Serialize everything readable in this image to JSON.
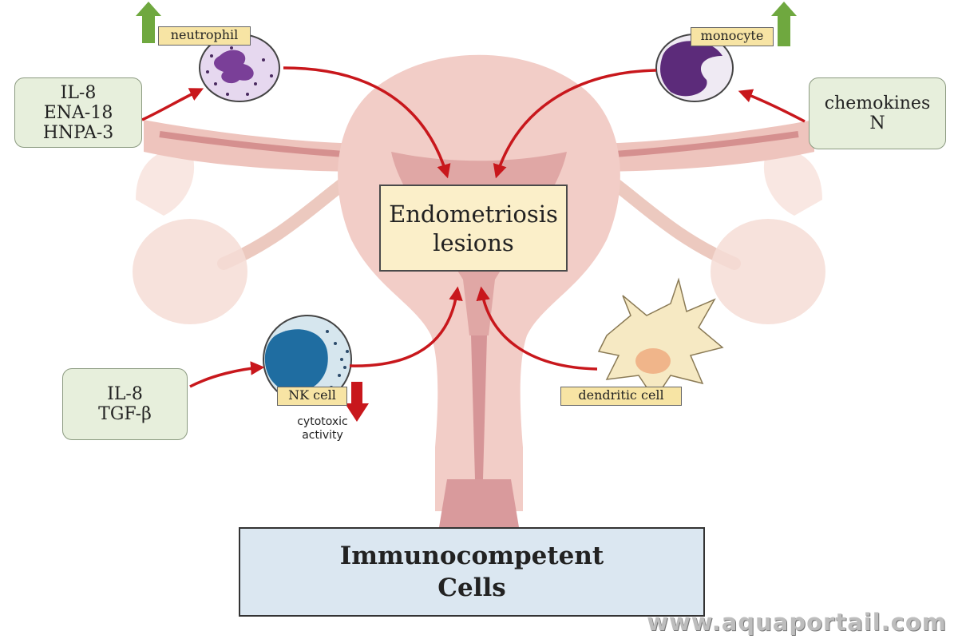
{
  "factors_left_top": [
    "IL-8",
    "ENA-18",
    "HNPA-3"
  ],
  "factors_right_top": [
    "chemokines",
    "N"
  ],
  "factors_left_bottom": [
    "IL-8",
    "TGF-β"
  ],
  "cells": {
    "neutrophil": "neutrophil",
    "monocyte": "monocyte",
    "nk_cell": "NK cell",
    "dendritic_cell": "dendritic cell"
  },
  "nk_note": [
    "cytotoxic",
    "activity"
  ],
  "target": [
    "Endometriosis",
    "lesions"
  ],
  "bottom_box": [
    "Immunocompetent",
    "Cells"
  ],
  "watermark": "www.aquaportail.com",
  "colors": {
    "arrow": "#c8171c",
    "up_arrow": "#6fa83f",
    "down_arrow": "#c8171c",
    "uterus": "#f1cbc5",
    "uterus_inner": "#d99a9c",
    "factor_box": "#e7efdc",
    "lesion_box": "#fbefc9",
    "cell_box": "#dbe7f1"
  }
}
